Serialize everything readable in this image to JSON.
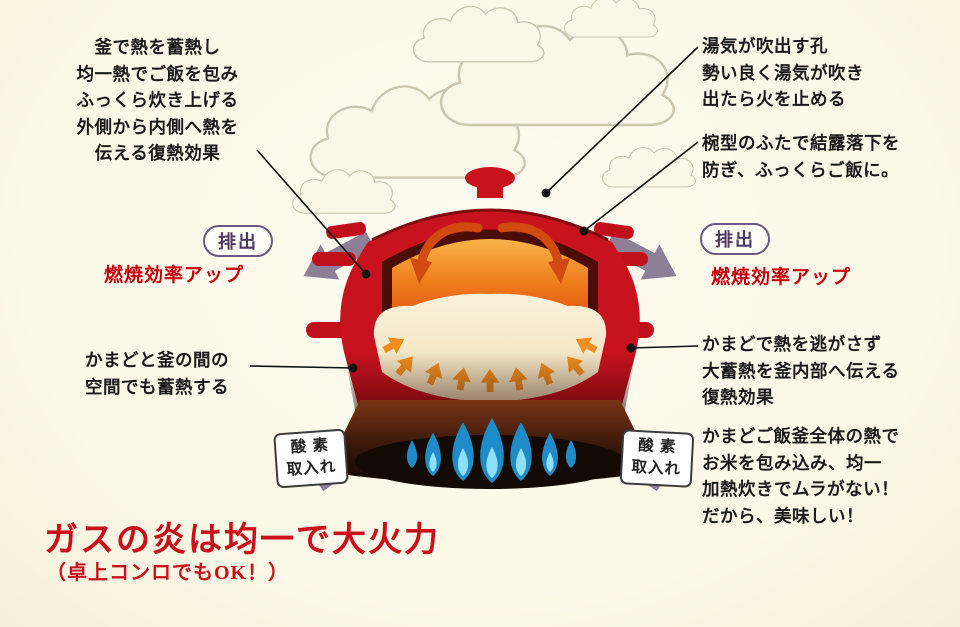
{
  "colors": {
    "background": "#fcf8e7",
    "accent_red": "#c8121e",
    "title_red": "#c9101c",
    "text_dark": "#1a1a1a",
    "badge_purple": "#4d3b63",
    "flame_blue": "#1f8cc9",
    "arrow_purple": "#8d8096",
    "glow_orange": "#e86712",
    "rice_cream": "#f6ecd0"
  },
  "annotations": {
    "pot_heat": "釜で熱を蓄熱し\n均一熱でご飯を包み\nふっくら炊き上げる\n外側から内側へ熱を\n伝える復熱効果",
    "steam_hole": "湯気が吹出す孔\n勢い良く湯気が吹き\n出たら火を止める",
    "lid": "椀型のふたで結露落下を\n防ぎ、ふっくらご飯に。",
    "cavity": "かまどと釜の間の\n空間でも蓄熱する",
    "kamado": "かまどで熱を逃がさず\n大蓄熱を釜内部へ伝える\n復熱効果",
    "taste": "かまどご飯釜全体の熱で\nお米を包み込み、均一\n加熱炊きでムラがない！\nだから、美味しい！"
  },
  "badges": {
    "exhaust": "排出",
    "efficiency": "燃焼効率アップ",
    "oxygen": "酸 素\n取入れ"
  },
  "footer": {
    "title": "ガスの炎は均一で大火力",
    "subtitle": "（卓上コンロでもOK！）"
  }
}
